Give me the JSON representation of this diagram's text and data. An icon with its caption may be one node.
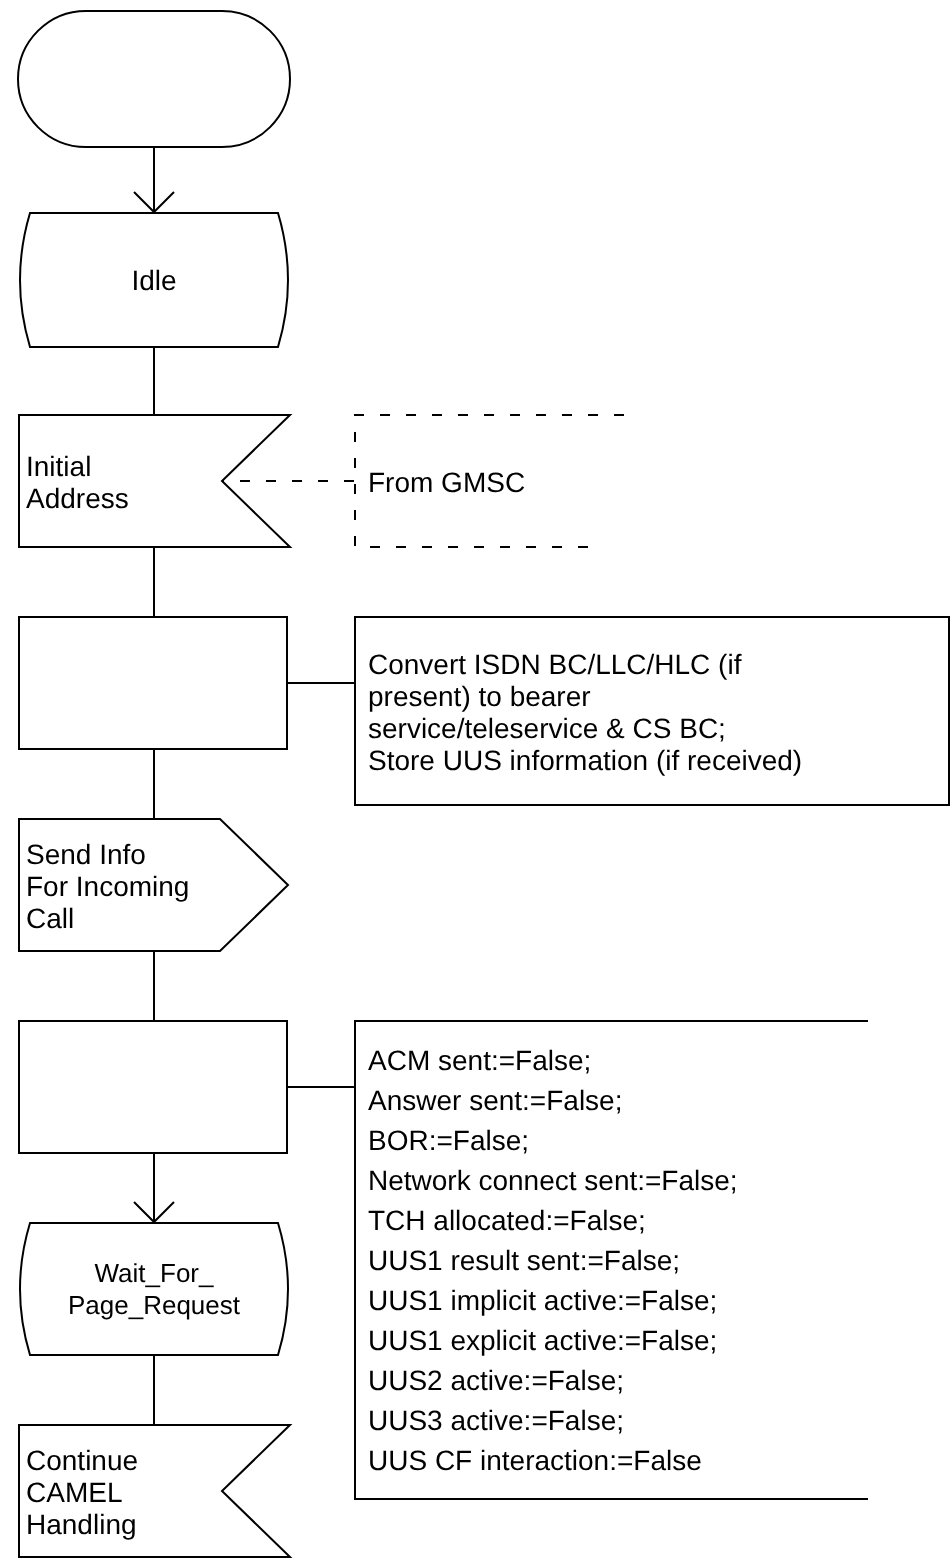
{
  "diagram": {
    "nodes": [
      {
        "text": [],
        "shape": "terminator"
      },
      {
        "text": [
          "Idle"
        ]
      },
      {
        "text": [
          "Initial Address"
        ]
      },
      {
        "text": [
          "From GMSC"
        ]
      },
      {
        "text": [],
        "shape": "box"
      },
      {
        "text": [
          "Convert ISDN BC/LLC/HLC (if present) to bearer service/teleservice & CS BC;",
          "Store UUS information (if received)"
        ]
      },
      {
        "text": [
          "Send Info For Incoming Call"
        ]
      },
      {
        "text": [],
        "shape": "box"
      },
      {
        "text": [
          "ACM sent:=False;",
          "Answer sent:=False;",
          "BOR:=False;",
          "Network connect sent:=False;",
          "TCH allocated:=False;",
          "UUS1 result sent:=False;",
          "UUS1 implicit active:=False;",
          "UUS1 explicit active:=False;",
          "UUS2 active:=False;",
          "UUS3 active:=False;",
          "UUS CF interaction:=False"
        ]
      },
      {
        "text": [
          "Wait_For_Page_Request"
        ]
      },
      {
        "text": [
          "Continue CAMEL Handling"
        ]
      }
    ],
    "edges": [
      {
        "from": 0,
        "to": 1,
        "arrow": "to"
      },
      {
        "from": 1,
        "to": 2,
        "arrow": "none"
      },
      {
        "from": 3,
        "to": 2,
        "arrow": "none",
        "style": "dashed"
      },
      {
        "from": 2,
        "to": 4,
        "arrow": "none"
      },
      {
        "from": 4,
        "to": 5,
        "arrow": "none"
      },
      {
        "from": 4,
        "to": 6,
        "arrow": "none"
      },
      {
        "from": 6,
        "to": 7,
        "arrow": "none"
      },
      {
        "from": 7,
        "to": 8,
        "arrow": "none"
      },
      {
        "from": 7,
        "to": 9,
        "arrow": "to"
      },
      {
        "from": 9,
        "to": 10,
        "arrow": "none"
      }
    ]
  }
}
